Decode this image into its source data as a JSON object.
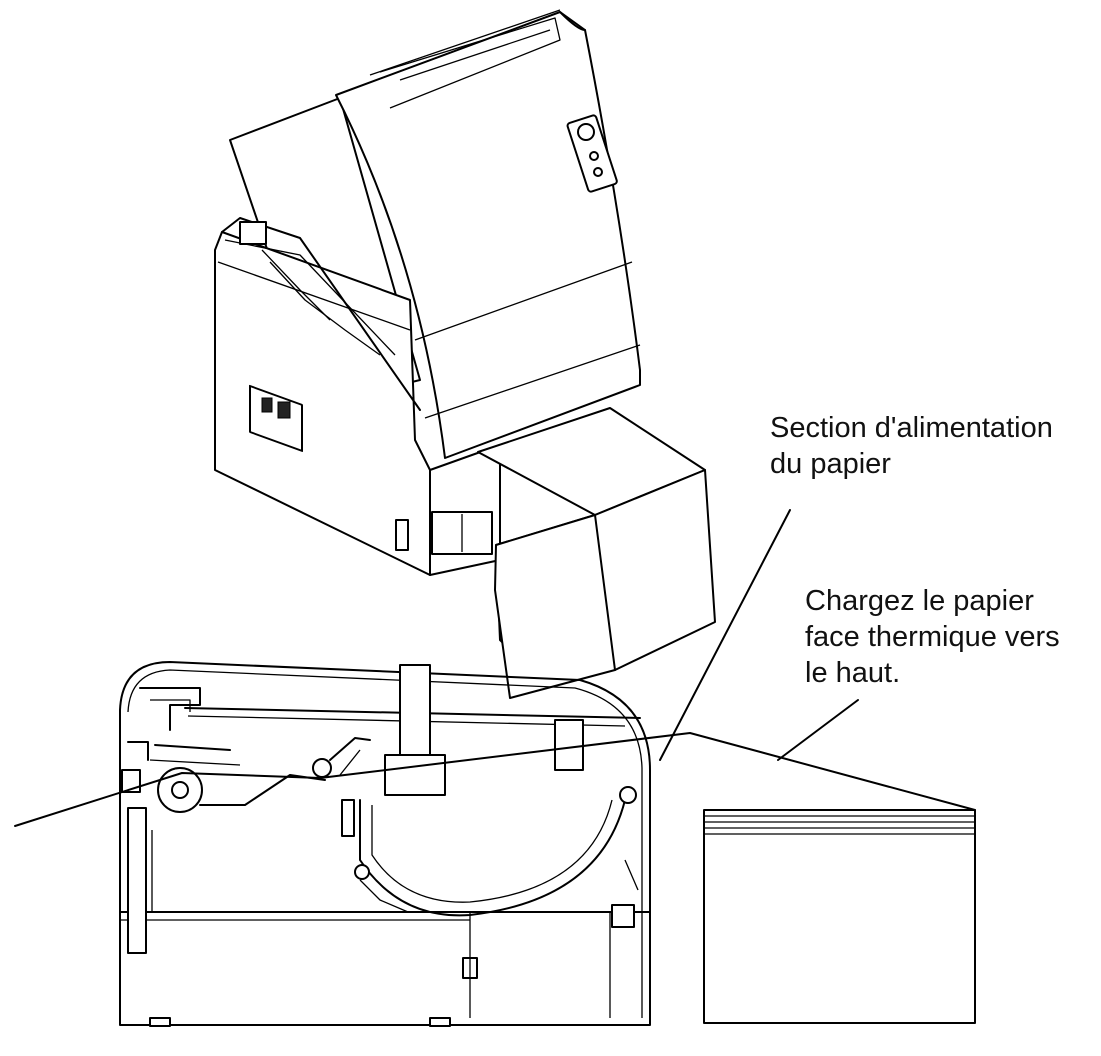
{
  "callouts": {
    "feed_section": {
      "line1": "Section d'alimentation",
      "line2": "du papier"
    },
    "load_paper": {
      "line1": "Chargez le papier",
      "line2": "face thermique vers",
      "line3": "le haut."
    }
  },
  "colors": {
    "ink": "#000000",
    "background": "#ffffff"
  }
}
